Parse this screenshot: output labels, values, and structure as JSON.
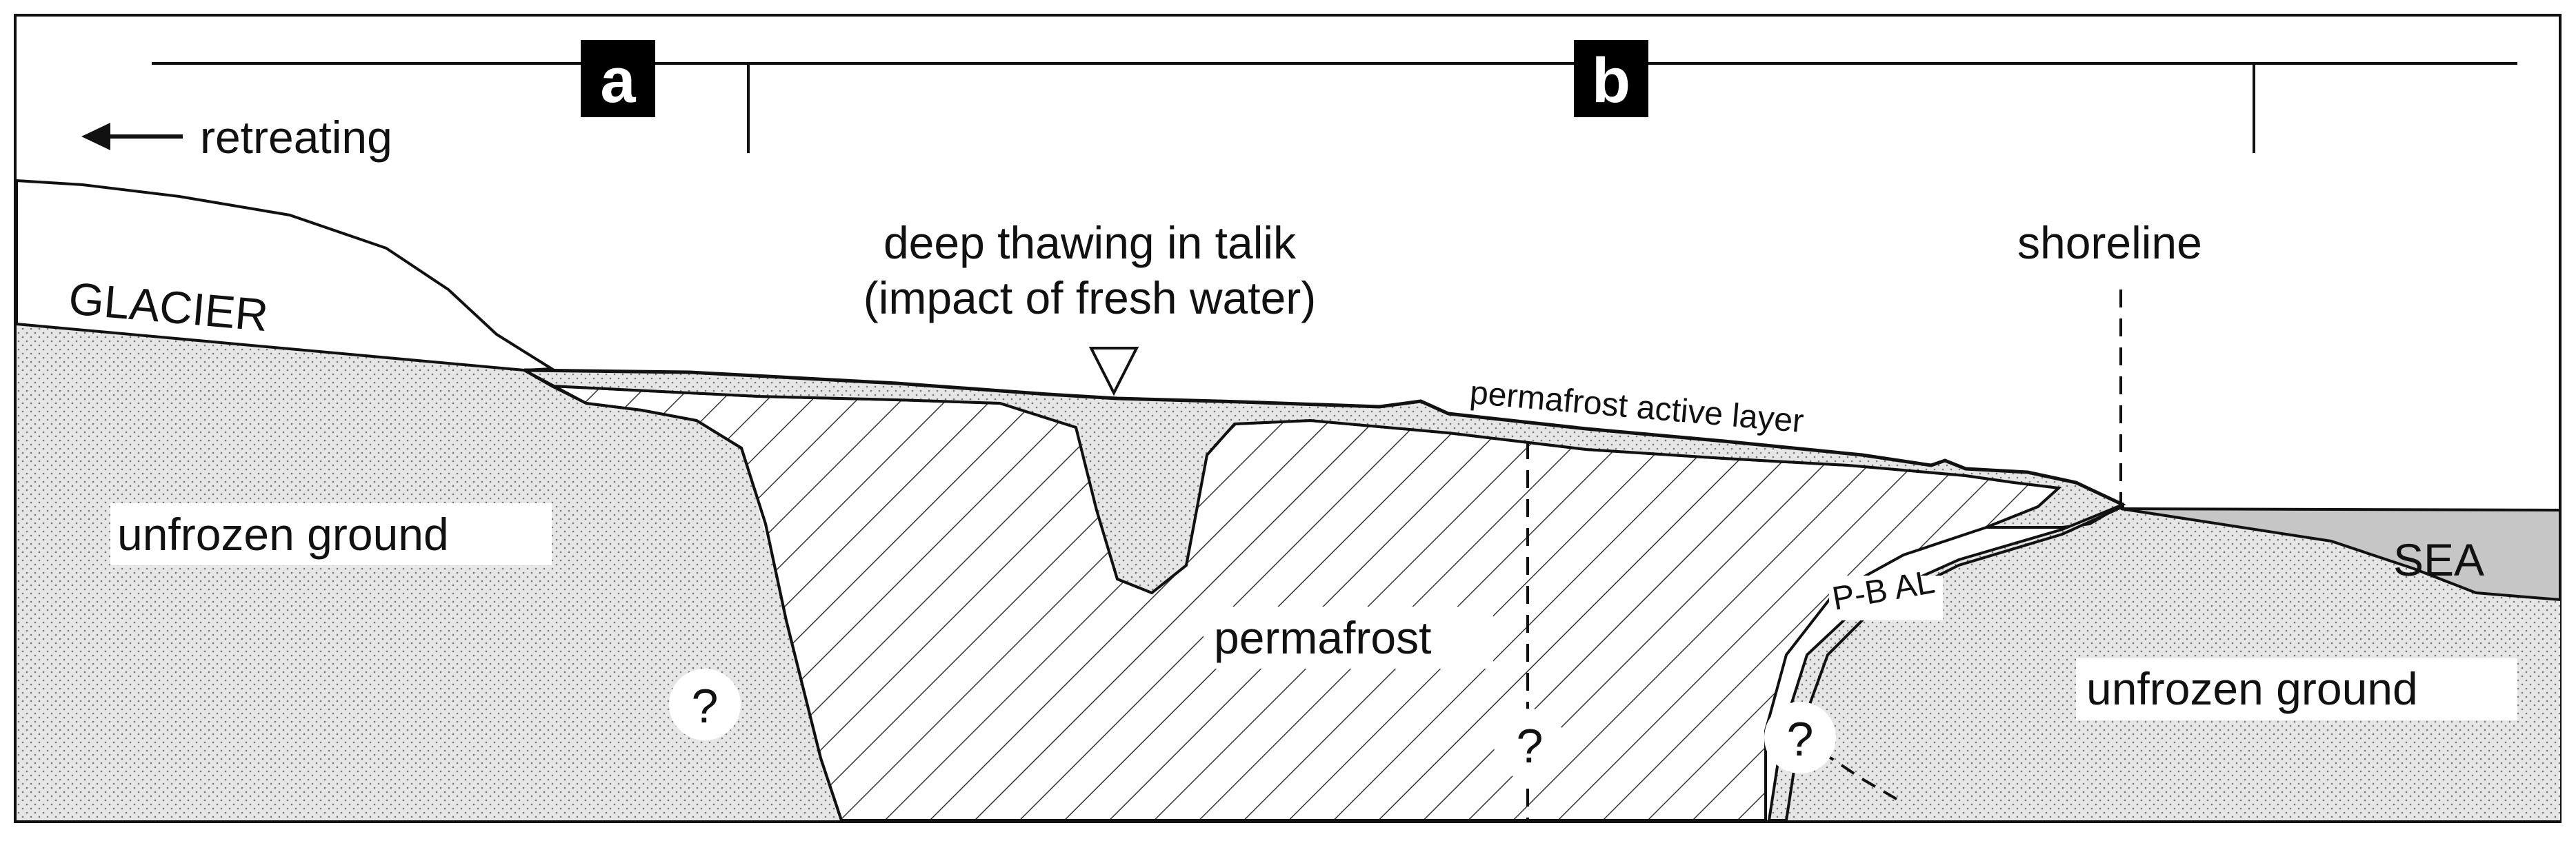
{
  "panels": {
    "a": "a",
    "b": "b"
  },
  "labels": {
    "retreating": "retreating",
    "glacier": "GLACIER",
    "talik_line1": "deep thawing in talik",
    "talik_line2": "(impact of fresh water)",
    "shoreline": "shoreline",
    "active_layer": "permafrost active layer",
    "unfrozen_left": "unfrozen ground",
    "permafrost": "permafrost",
    "pbal": "P-B AL",
    "sea": "SEA",
    "unfrozen_right": "unfrozen ground",
    "question": "?"
  },
  "colors": {
    "background": "#ffffff",
    "stroke": "#111111",
    "unfrozen_fill": "#e7e7e7",
    "active_layer_fill": "#e2e2e2",
    "sea_fill": "#c6c6c6",
    "panel_fill": "#000000",
    "panel_text": "#ffffff"
  }
}
